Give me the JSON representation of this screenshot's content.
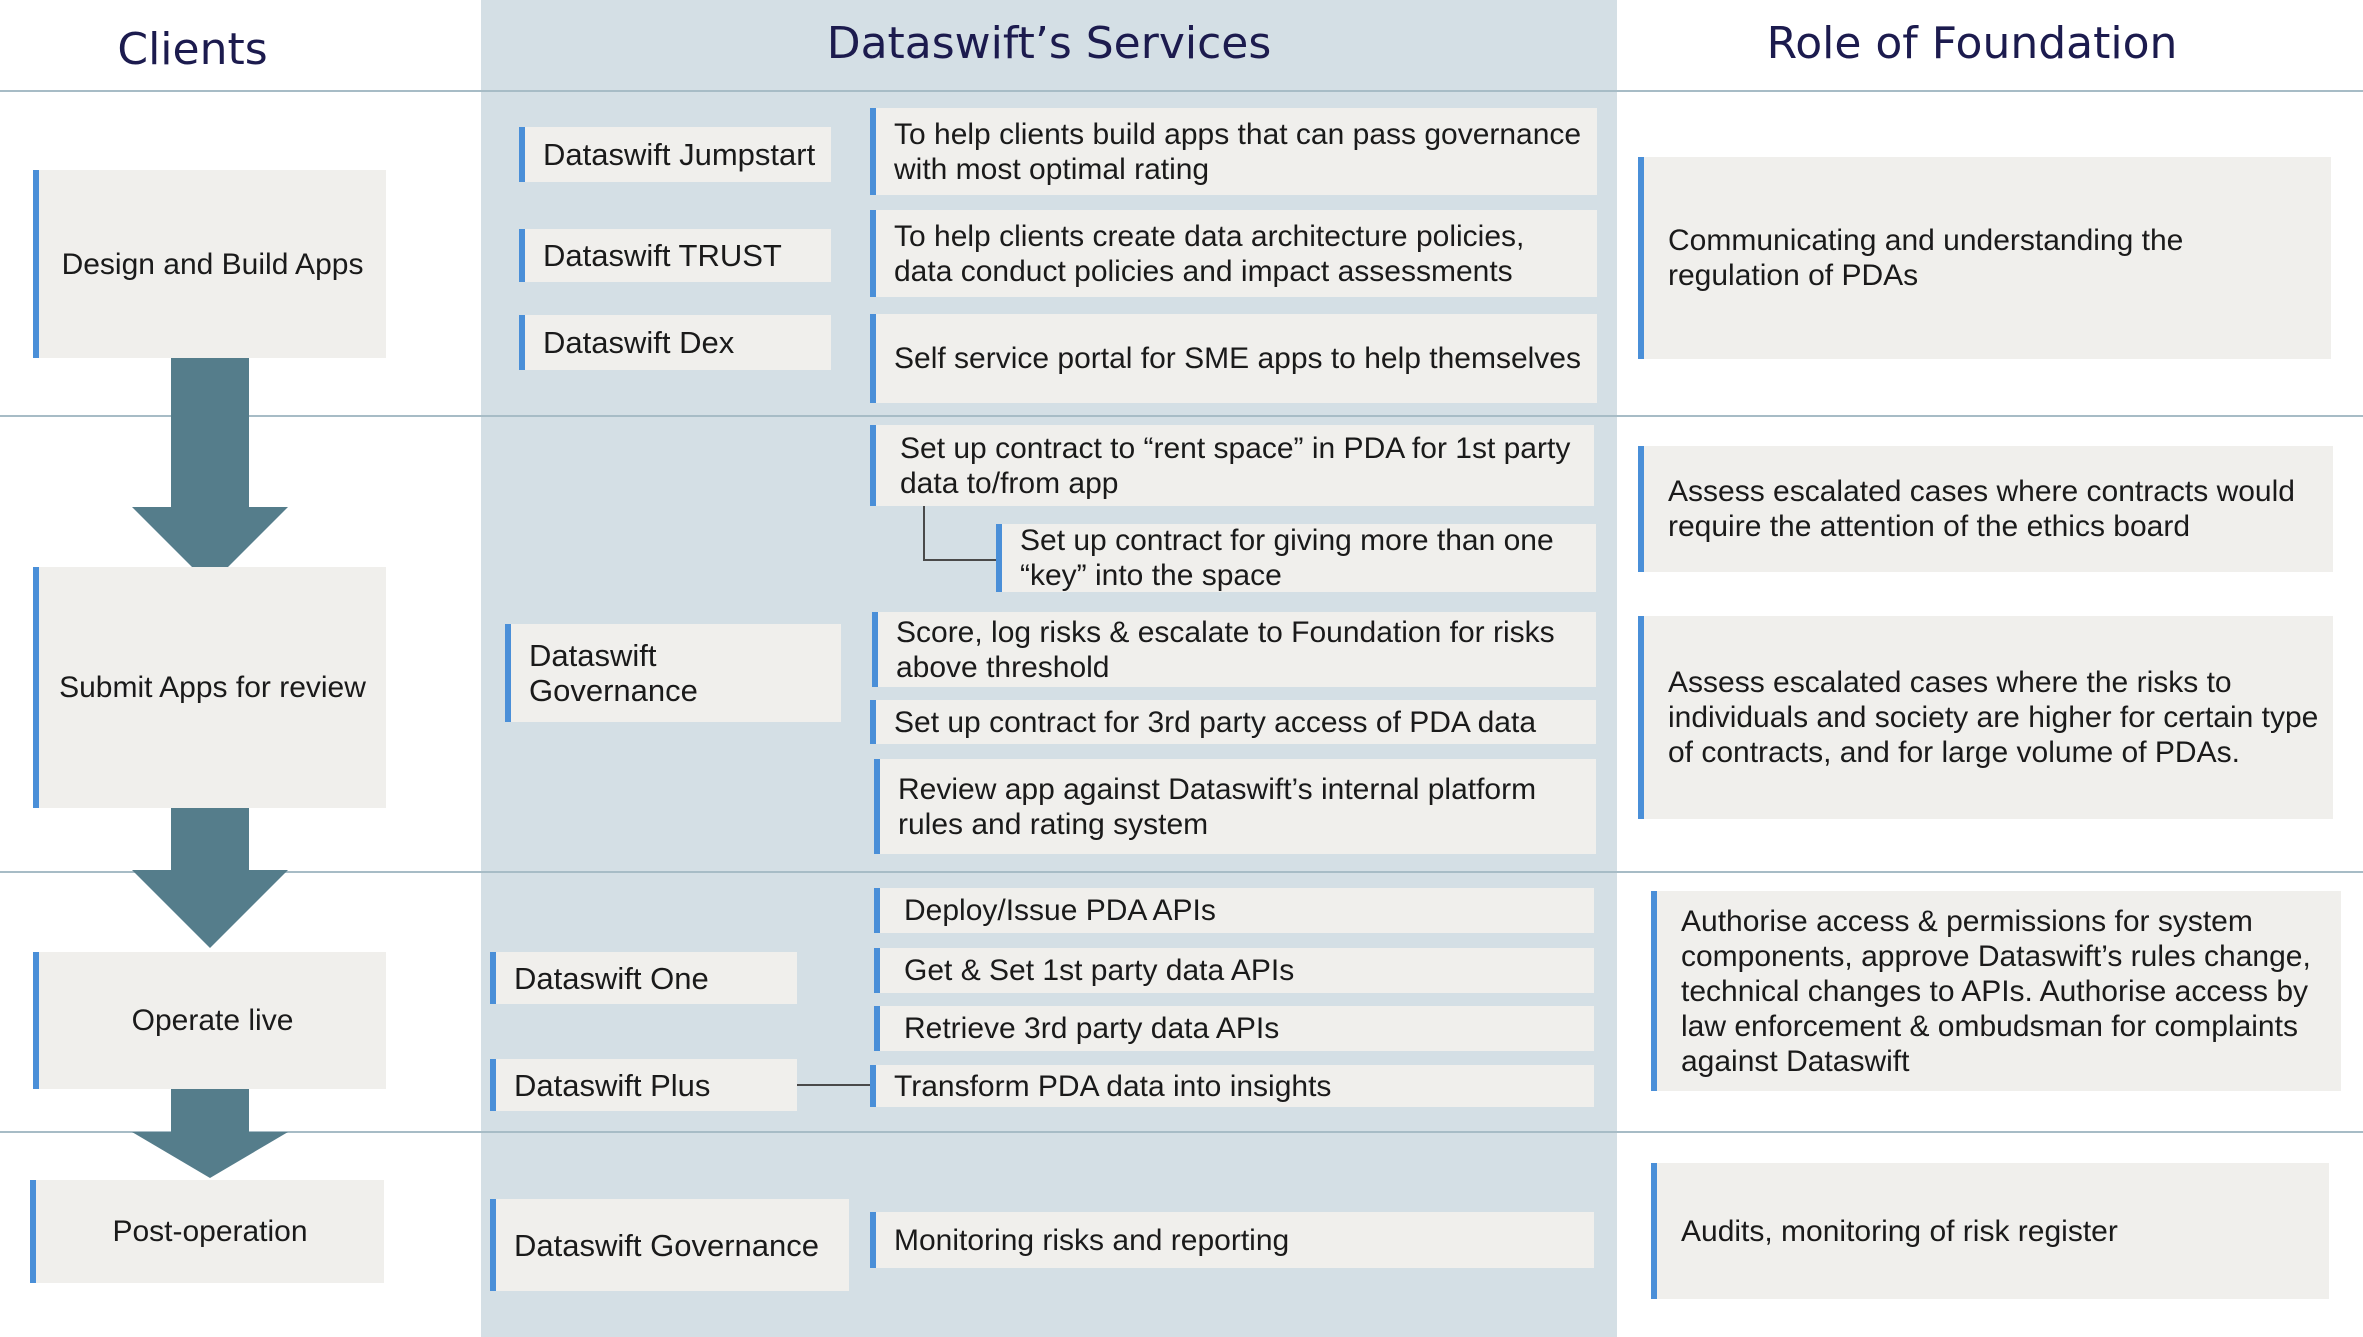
{
  "headings": {
    "clients": "Clients",
    "services": "Dataswift’s Services",
    "foundation": "Role of Foundation"
  },
  "clients": [
    "Design and Build Apps",
    "Submit Apps for review",
    "Operate live",
    "Post-operation"
  ],
  "services": {
    "jumpstart": "Dataswift Jumpstart",
    "trust": "Dataswift TRUST",
    "dex": "Dataswift Dex",
    "governance": "Dataswift Governance",
    "one": "Dataswift One",
    "plus": "Dataswift Plus",
    "governance2": "Dataswift Governance"
  },
  "descriptions": {
    "jumpstart": "To help clients build apps that can pass governance with most optimal rating",
    "trust": "To help clients create data architecture policies, data conduct policies and impact assessments",
    "dex": "Self service portal for SME apps to help themselves",
    "rent_space": "Set up contract to “rent space” in PDA for 1st party data to/from app",
    "key": "Set up contract for giving more than one “key” into the space",
    "score": "Score, log risks & escalate to Foundation for risks above threshold",
    "third_party": "Set up contract for 3rd party access of PDA data",
    "review": "Review app against Dataswift’s internal platform rules and rating system",
    "deploy": "Deploy/Issue PDA APIs",
    "get_set": "Get & Set 1st party data APIs",
    "retrieve": "Retrieve 3rd party data APIs",
    "transform": "Transform PDA data into insights",
    "monitoring": "Monitoring risks and reporting"
  },
  "foundation": [
    "Communicating and understanding the regulation of PDAs",
    "Assess escalated cases where contracts would require the attention of the ethics board",
    "Assess escalated cases where the risks to individuals and society are higher for certain type of contracts, and for large volume of PDAs.",
    "Authorise access & permissions for system components, approve Dataswift’s rules change, technical changes to APIs. Authorise access by law enforcement & ombudsman for complaints against Dataswift",
    "Audits, monitoring of risk register"
  ],
  "colors": {
    "accent_bar": "#4a8fd8",
    "services_column": "#d4dfe5",
    "box_fill": "#f0efec",
    "arrow": "#557d8b",
    "heading_text": "#1c1b4e"
  }
}
